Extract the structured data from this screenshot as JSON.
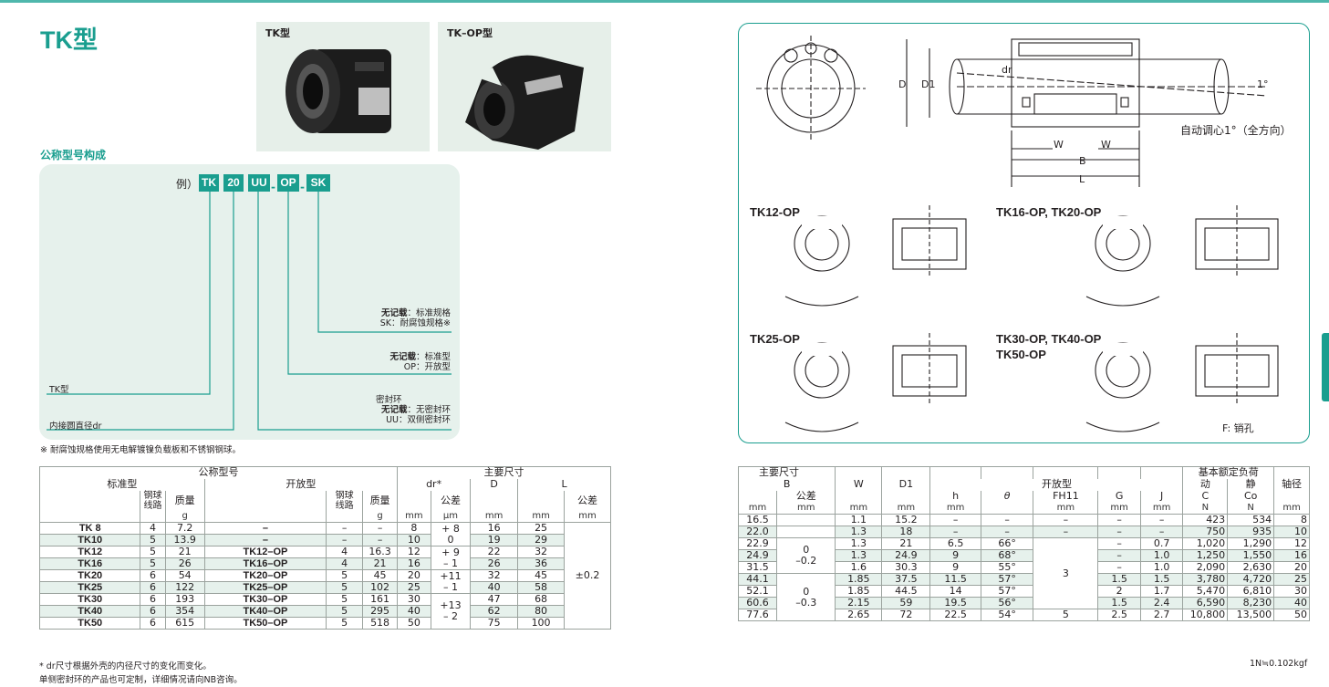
{
  "page": {
    "title": "TK型",
    "photos": [
      {
        "label": "TK型"
      },
      {
        "label": "TK–OP型"
      }
    ],
    "section_heading": "公称型号构成"
  },
  "model_code": {
    "example_label": "例）",
    "parts": [
      "TK",
      "20",
      "UU",
      "OP",
      "SK"
    ],
    "dash": "-",
    "sk_bold": "无记载",
    "sk_line1_rest": "：标准规格",
    "sk_line2": "SK：耐腐蚀规格※",
    "op_bold": "无记载",
    "op_line1_rest": "：标准型",
    "op_line2": "OP：开放型",
    "seal_title": "密封环",
    "seal_bold": "无记载",
    "seal_line1_rest": "：无密封环",
    "seal_line2": "UU：双侧密封环",
    "tk_label": "TK型",
    "dr_label": "内接圆直径dr"
  },
  "note_corrosion": "※ 耐腐蚀规格使用无电解镀镍负载板和不锈钢钢球。",
  "left_table": {
    "h_model": "公称型号",
    "h_main": "主要尺寸",
    "h_std": "标准型",
    "h_open": "开放型",
    "h_dr": "dr*",
    "h_D": "D",
    "h_L": "L",
    "h_balls": "钢球\n线路",
    "h_mass": "质量",
    "h_tol": "公差",
    "u_g": "g",
    "u_mm": "mm",
    "u_um": "μm",
    "rows": [
      {
        "std": "TK 8",
        "b1": "4",
        "m1": "7.2",
        "open": "–",
        "b2": "–",
        "m2": "–",
        "dr": "8",
        "D": "16",
        "L": "25"
      },
      {
        "std": "TK10",
        "b1": "5",
        "m1": "13.9",
        "open": "–",
        "b2": "–",
        "m2": "–",
        "dr": "10",
        "D": "19",
        "L": "29"
      },
      {
        "std": "TK12",
        "b1": "5",
        "m1": "21",
        "open": "TK12–OP",
        "b2": "4",
        "m2": "16.3",
        "dr": "12",
        "D": "22",
        "L": "32"
      },
      {
        "std": "TK16",
        "b1": "5",
        "m1": "26",
        "open": "TK16–OP",
        "b2": "4",
        "m2": "21",
        "dr": "16",
        "D": "26",
        "L": "36"
      },
      {
        "std": "TK20",
        "b1": "6",
        "m1": "54",
        "open": "TK20–OP",
        "b2": "5",
        "m2": "45",
        "dr": "20",
        "D": "32",
        "L": "45"
      },
      {
        "std": "TK25",
        "b1": "6",
        "m1": "122",
        "open": "TK25–OP",
        "b2": "5",
        "m2": "102",
        "dr": "25",
        "D": "40",
        "L": "58"
      },
      {
        "std": "TK30",
        "b1": "6",
        "m1": "193",
        "open": "TK30–OP",
        "b2": "5",
        "m2": "161",
        "dr": "30",
        "D": "47",
        "L": "68"
      },
      {
        "std": "TK40",
        "b1": "6",
        "m1": "354",
        "open": "TK40–OP",
        "b2": "5",
        "m2": "295",
        "dr": "40",
        "D": "62",
        "L": "80"
      },
      {
        "std": "TK50",
        "b1": "6",
        "m1": "615",
        "open": "TK50–OP",
        "b2": "5",
        "m2": "518",
        "dr": "50",
        "D": "75",
        "L": "100"
      }
    ],
    "tol_dr": [
      "+ 8\n0",
      "+ 9\n– 1",
      "+11\n– 1",
      "+13\n– 2"
    ],
    "tol_L": "±0.2"
  },
  "notes_bottom": [
    "* dr尺寸根据外壳的内径尺寸的变化而变化。",
    "单侧密封环的产品也可定制，详细情况请向NB咨询。"
  ],
  "diagram": {
    "self_align": "自动调心1°（全方向）",
    "labels_main": {
      "D": "D",
      "D1": "D1",
      "dr": "dr",
      "W": "W",
      "B": "B",
      "L": "L",
      "angle": "1°"
    },
    "op_titles": [
      "TK12-OP",
      "TK16-OP, TK20-OP",
      "TK25-OP",
      "TK30-OP, TK40-OP",
      "TK50-OP"
    ],
    "F_note": "F: 销孔"
  },
  "right_table": {
    "h_main": "主要尺寸",
    "h_open": "开放型",
    "h_load": "基本额定负荷",
    "h_dyn": "动",
    "h_sta": "静",
    "h_shaft": "轴径",
    "h_B": "B",
    "h_tol": "公差",
    "h_W": "W",
    "h_D1": "D1",
    "h_h": "h",
    "h_theta": "θ",
    "h_F": "FH11",
    "h_G": "G",
    "h_J": "J",
    "h_C": "C",
    "h_Co": "Co",
    "u_mm": "mm",
    "u_N": "N",
    "rows": [
      {
        "B": "16.5",
        "W": "1.1",
        "D1": "15.2",
        "h": "–",
        "th": "–",
        "F": "–",
        "G": "–",
        "J": "–",
        "C": "423",
        "Co": "534",
        "s": "8"
      },
      {
        "B": "22.0",
        "W": "1.3",
        "D1": "18",
        "h": "–",
        "th": "–",
        "F": "–",
        "G": "–",
        "J": "–",
        "C": "750",
        "Co": "935",
        "s": "10"
      },
      {
        "B": "22.9",
        "W": "1.3",
        "D1": "21",
        "h": "6.5",
        "th": "66°",
        "F": "",
        "G": "–",
        "J": "0.7",
        "C": "1,020",
        "Co": "1,290",
        "s": "12"
      },
      {
        "B": "24.9",
        "W": "1.3",
        "D1": "24.9",
        "h": "9",
        "th": "68°",
        "F": "",
        "G": "–",
        "J": "1.0",
        "C": "1,250",
        "Co": "1,550",
        "s": "16"
      },
      {
        "B": "31.5",
        "W": "1.6",
        "D1": "30.3",
        "h": "9",
        "th": "55°",
        "F": "",
        "G": "–",
        "J": "1.0",
        "C": "2,090",
        "Co": "2,630",
        "s": "20"
      },
      {
        "B": "44.1",
        "W": "1.85",
        "D1": "37.5",
        "h": "11.5",
        "th": "57°",
        "F": "",
        "G": "1.5",
        "J": "1.5",
        "C": "3,780",
        "Co": "4,720",
        "s": "25"
      },
      {
        "B": "52.1",
        "W": "1.85",
        "D1": "44.5",
        "h": "14",
        "th": "57°",
        "F": "",
        "G": "2",
        "J": "1.7",
        "C": "5,470",
        "Co": "6,810",
        "s": "30"
      },
      {
        "B": "60.6",
        "W": "2.15",
        "D1": "59",
        "h": "19.5",
        "th": "56°",
        "F": "",
        "G": "1.5",
        "J": "2.4",
        "C": "6,590",
        "Co": "8,230",
        "s": "40"
      },
      {
        "B": "77.6",
        "W": "2.65",
        "D1": "72",
        "h": "22.5",
        "th": "54°",
        "F": "5",
        "G": "2.5",
        "J": "2.7",
        "C": "10,800",
        "Co": "13,500",
        "s": "50"
      }
    ],
    "tol_B1": "0\n–0.2",
    "tol_B2": "0\n–0.3",
    "F_merged": "3"
  },
  "conversion": "1N≒0.102kgf"
}
